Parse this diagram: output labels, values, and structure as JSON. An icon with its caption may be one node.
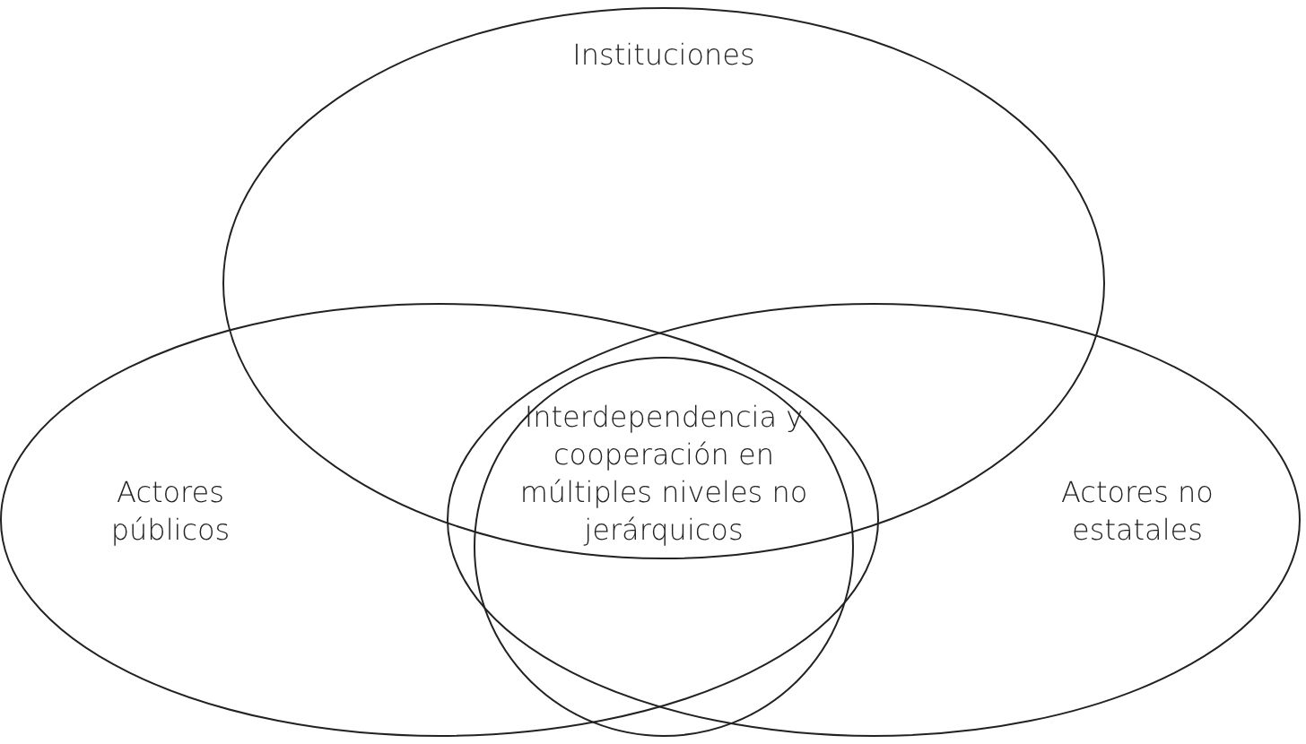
{
  "diagram": {
    "nodes": [
      {
        "text": [
          "Instituciones"
        ]
      },
      {
        "text": [
          "Interdependencia y cooperación en múltiples niveles no jerárquicos"
        ]
      },
      {
        "text": [
          "Actores públicos"
        ]
      },
      {
        "text": [
          "Actores no estatales"
        ]
      }
    ],
    "edges": []
  }
}
